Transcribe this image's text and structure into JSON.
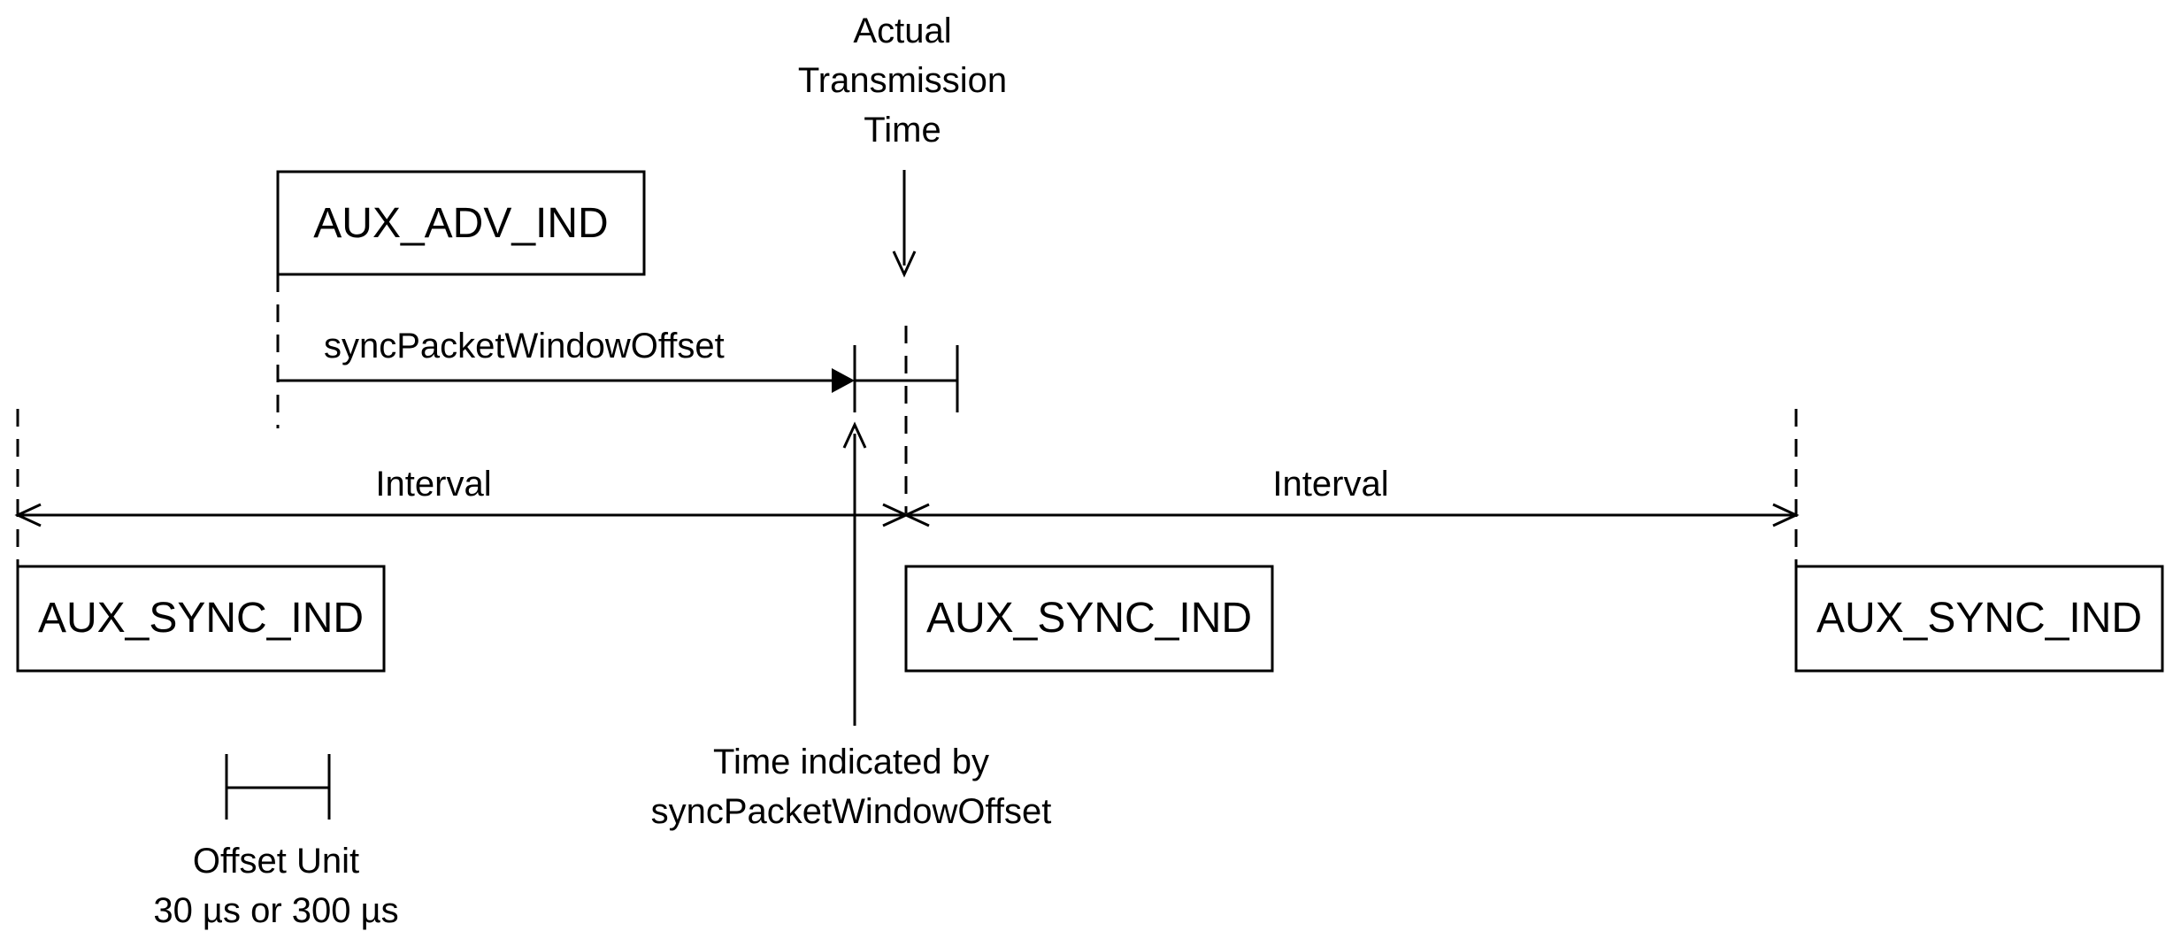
{
  "actual_transmission_time": [
    "Actual",
    "Transmission",
    "Time"
  ],
  "aux_adv_ind": "AUX_ADV_IND",
  "sync_packet_window_offset": "syncPacketWindowOffset",
  "interval_left": "Interval",
  "interval_right": "Interval",
  "aux_sync_ind_1": "AUX_SYNC_IND",
  "aux_sync_ind_2": "AUX_SYNC_IND",
  "aux_sync_ind_3": "AUX_SYNC_IND",
  "time_indicated": [
    "Time indicated by",
    "syncPacketWindowOffset"
  ],
  "offset_unit": [
    "Offset Unit",
    "30 µs or 300 µs"
  ]
}
